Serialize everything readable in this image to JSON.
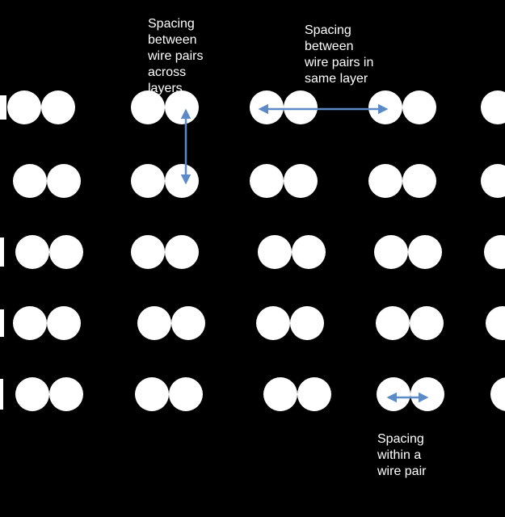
{
  "annotations": {
    "across_layers": "Spacing\nbetween\nwire pairs\nacross\nlayers",
    "same_layer": "Spacing\nbetween\nwire pairs in\nsame layer",
    "within_pair": "Spacing\nwithin a\nwire pair"
  },
  "colors": {
    "background": "#000000",
    "wire": "#ffffff",
    "arrow": "#5b8ac6",
    "text": "#ffffff"
  },
  "grid": {
    "layers": 5,
    "wire_pairs_per_layer": 5,
    "wires_per_pair": 2
  }
}
